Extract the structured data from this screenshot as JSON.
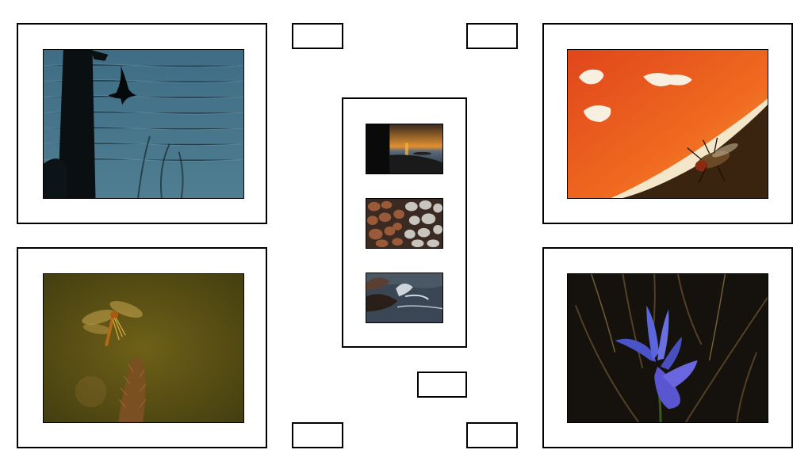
{
  "gallery": {
    "photos": {
      "bird_silhouette": {
        "subject": "bird-over-water"
      },
      "toadstool_fly": {
        "subject": "fly-on-red-mushroom"
      },
      "dragonfly": {
        "subject": "dragonfly-on-grass-seedhead"
      },
      "blue_flower": {
        "subject": "blue-crocus-flower"
      },
      "sunset": {
        "subject": "sunset-over-sea"
      },
      "pebbles": {
        "subject": "pebbles"
      },
      "waves": {
        "subject": "waves-on-rocks"
      }
    },
    "colors": {
      "frame_border": "#000000",
      "background": "#ffffff"
    }
  }
}
